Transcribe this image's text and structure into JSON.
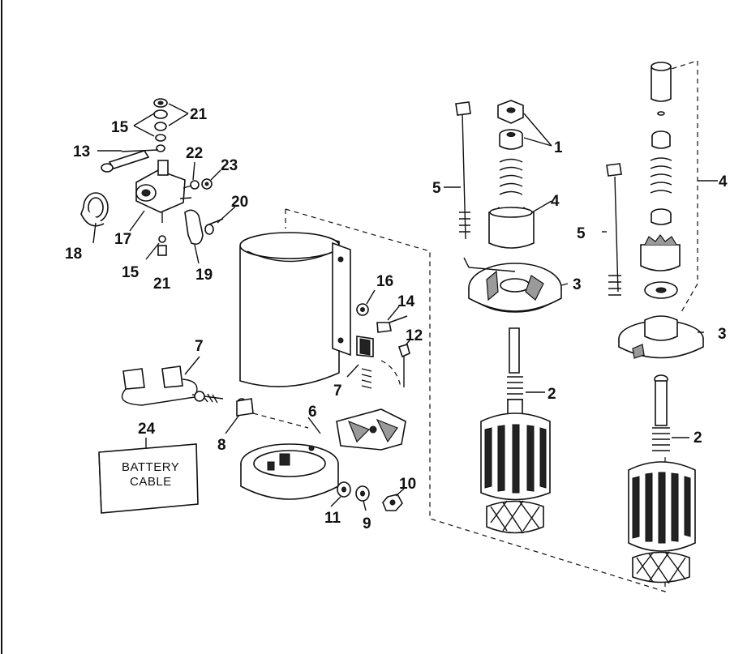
{
  "diagram": {
    "callouts": [
      "1",
      "2",
      "2",
      "3",
      "3",
      "4",
      "4",
      "5",
      "5",
      "6",
      "7",
      "7",
      "8",
      "9",
      "10",
      "11",
      "12",
      "13",
      "14",
      "15",
      "15",
      "16",
      "17",
      "18",
      "19",
      "20",
      "21",
      "21",
      "22",
      "23",
      "24"
    ],
    "battery_cable_box": {
      "line1": "BATTERY",
      "line2": "CABLE",
      "callout": "24"
    }
  }
}
